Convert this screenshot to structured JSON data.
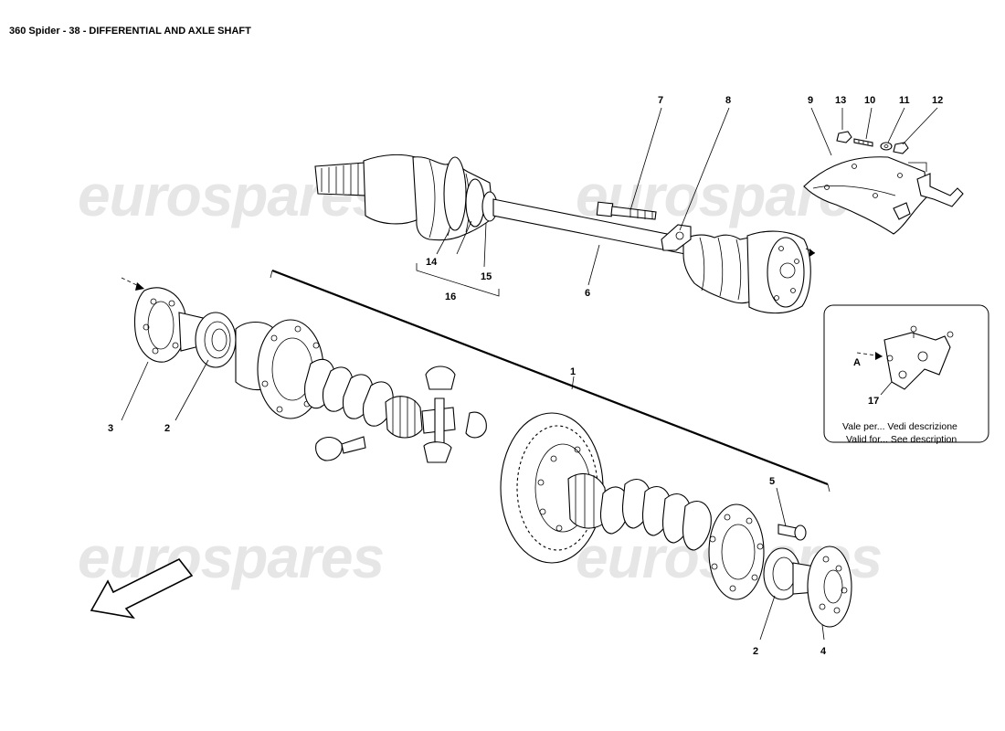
{
  "title": "360 Spider - 38 - DIFFERENTIAL AND AXLE SHAFT",
  "watermark": "eurospares",
  "callouts": {
    "c1": "1",
    "c2a": "2",
    "c2b": "2",
    "c3": "3",
    "c4": "4",
    "c5": "5",
    "c6": "6",
    "c7": "7",
    "c8": "8",
    "c9": "9",
    "c10": "10",
    "c11": "11",
    "c12": "12",
    "c13": "13",
    "c14": "14",
    "c15": "15",
    "c16": "16",
    "c17": "17"
  },
  "view_letter": "A",
  "note": {
    "line1": "Vale per... Vedi descrizione",
    "line2": "Valid for... See description"
  }
}
